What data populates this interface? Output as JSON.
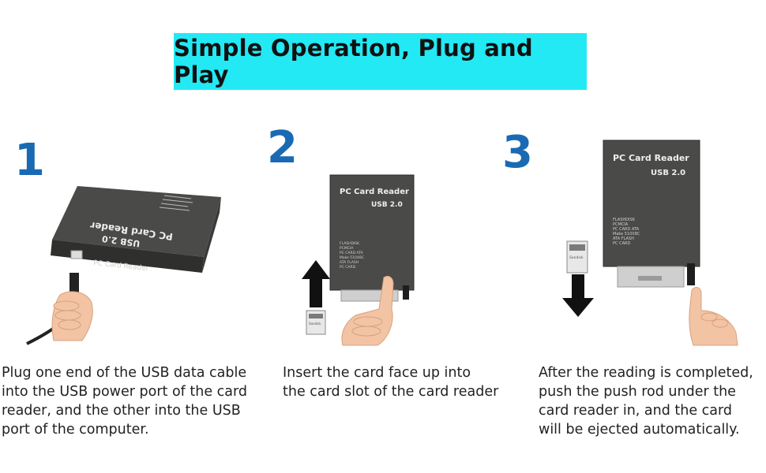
{
  "title": "Simple Operation, Plug and Play",
  "colors": {
    "banner": "#22e9f4",
    "step_number": "#1a6ab3",
    "device": "#4a4a48"
  },
  "steps": [
    {
      "number": "1",
      "caption_lines": [
        "Plug one end of the USB data cable",
        "into the USB power port of the card",
        "reader, and the other into the USB",
        "port of the computer."
      ]
    },
    {
      "number": "2",
      "caption_lines": [
        "Insert the card face up into",
        "the card slot of the card reader"
      ]
    },
    {
      "number": "3",
      "caption_lines": [
        "After the reading is completed,",
        "push the push rod under the",
        "card reader in, and the card",
        "will be ejected automatically."
      ]
    }
  ],
  "device": {
    "label": "PC Card Reader",
    "subtitle": "USB 2.0",
    "features": [
      "FLASHDISK",
      "PCMCIA",
      "PC CARD ATA",
      "Make 510X8C",
      "ATA FLASH",
      "PC CARD"
    ],
    "card_label": "Sandisk"
  }
}
